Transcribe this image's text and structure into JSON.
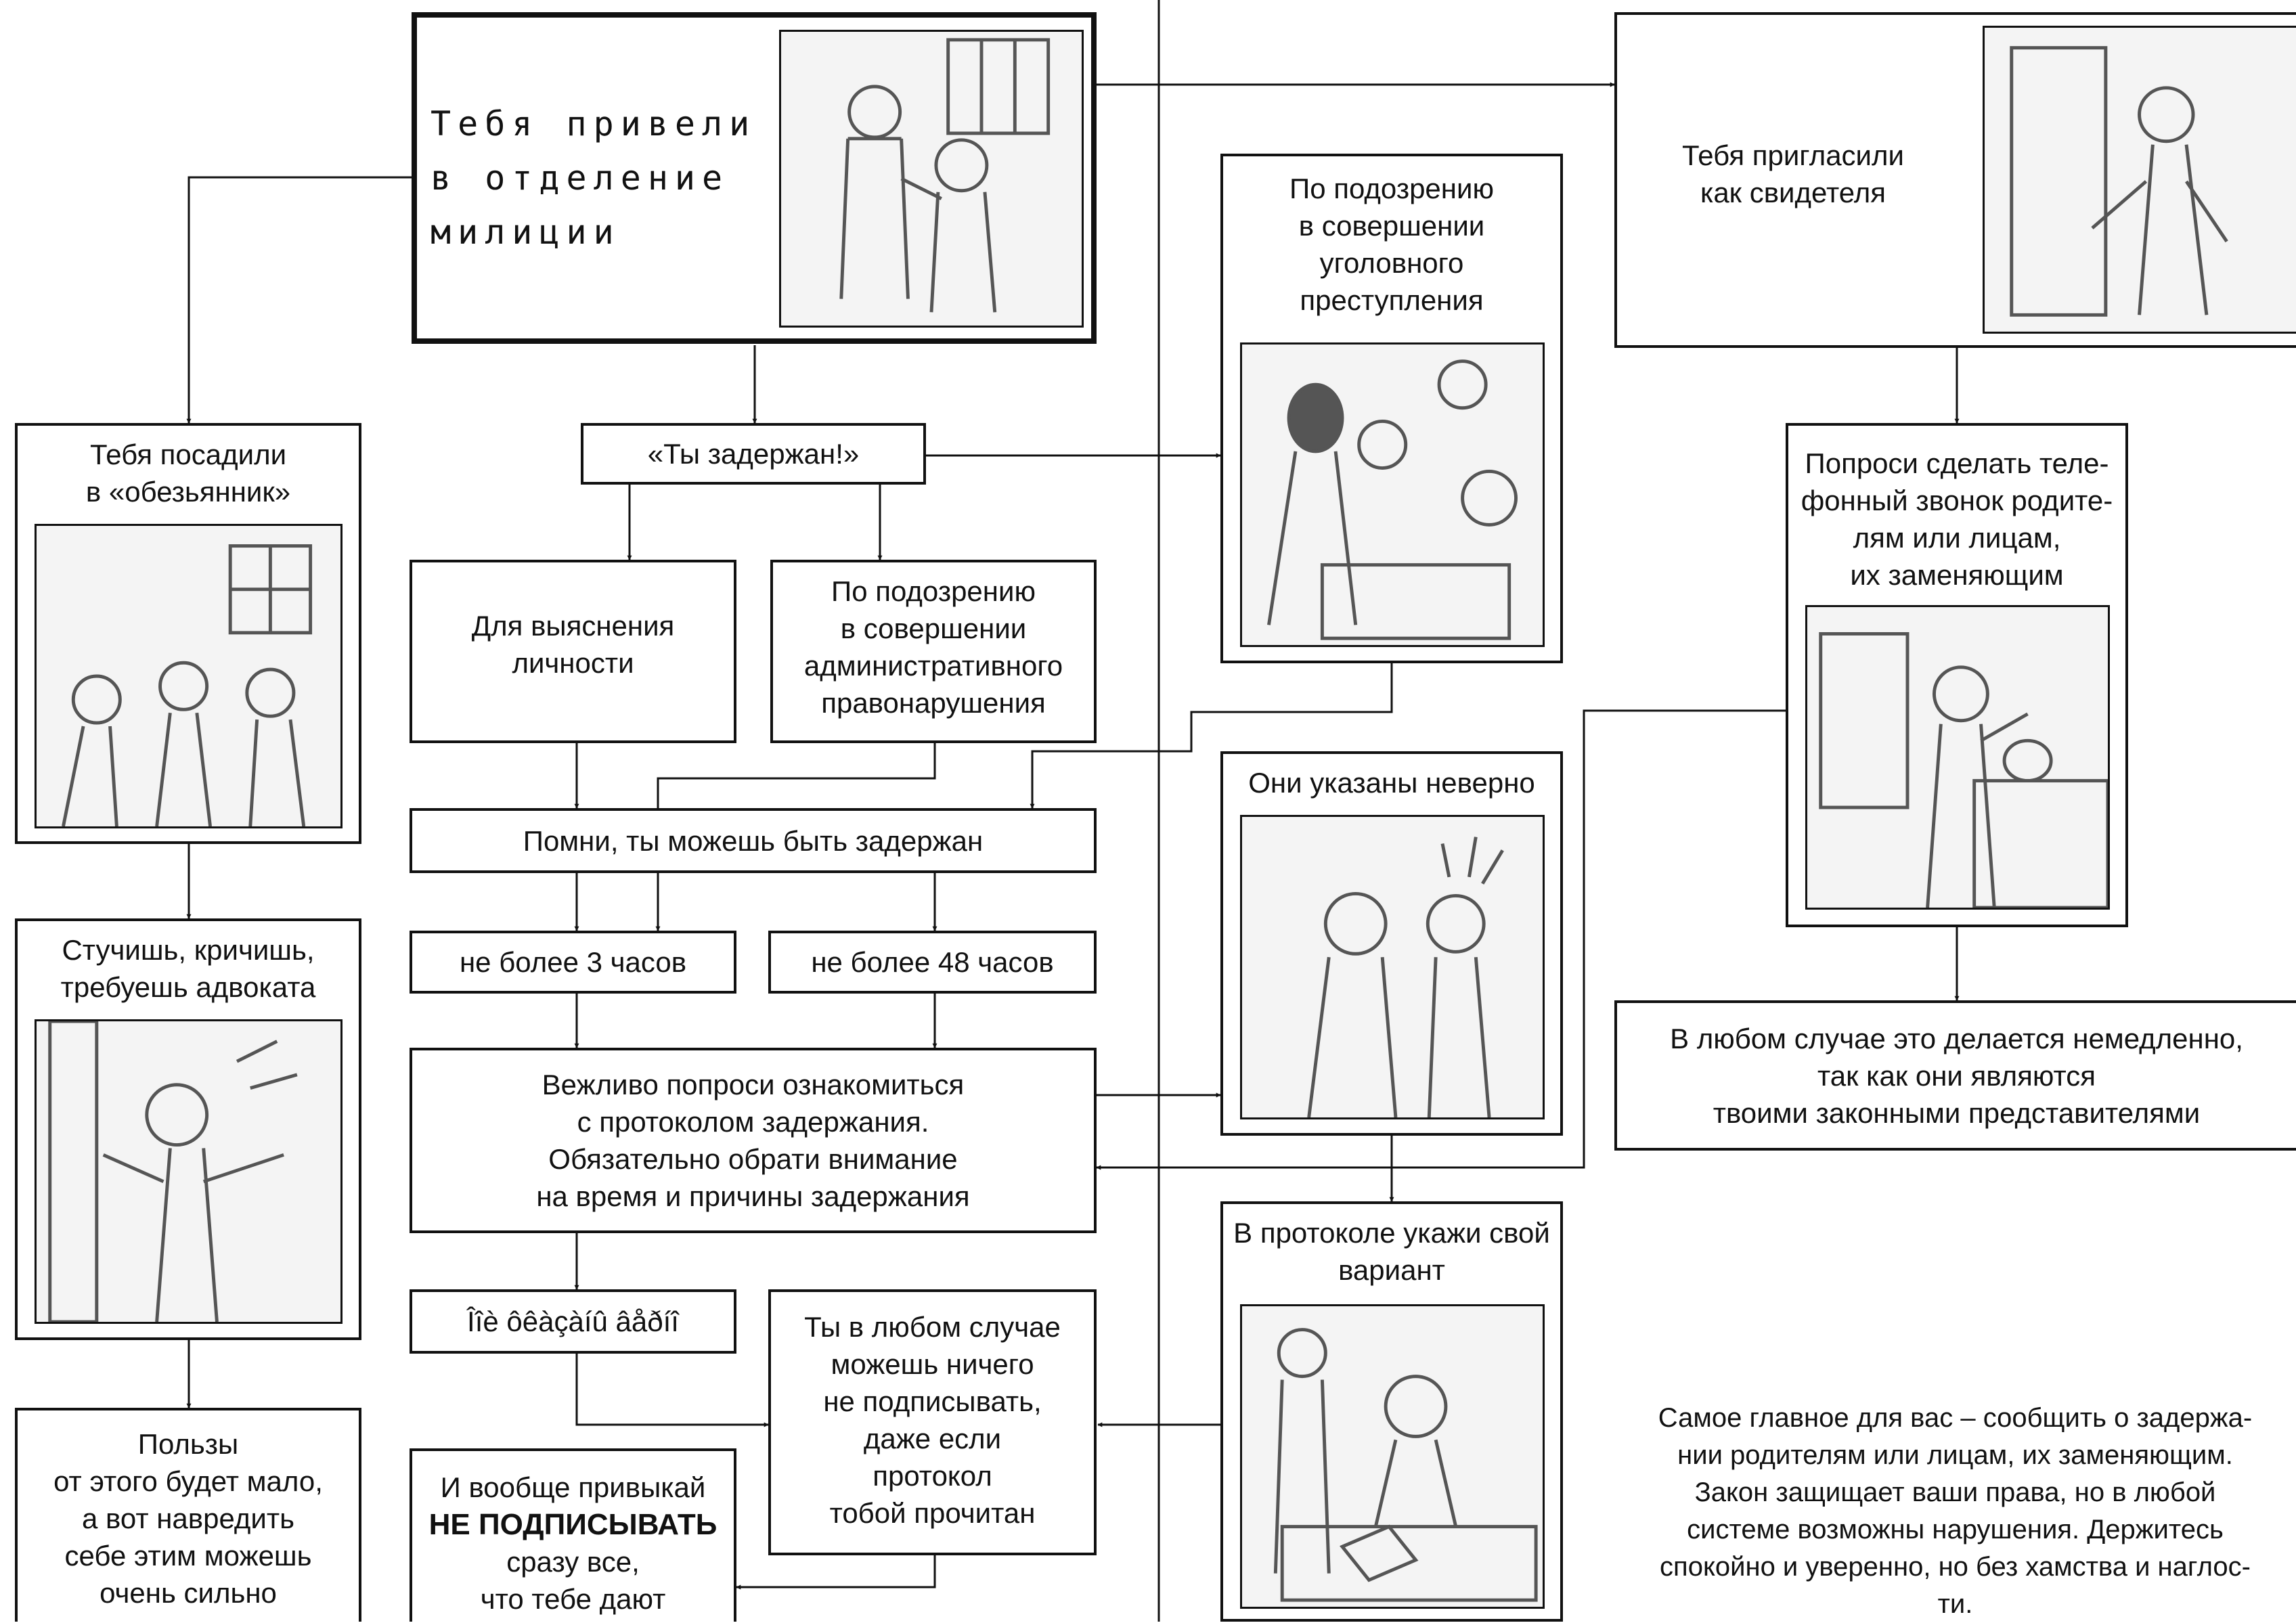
{
  "flow": {
    "start": "Тебя привели\nв отделение\nмилиции",
    "witness": "Тебя пригласили\nкак свидетеля",
    "cell": "Тебя посадили\nв «обезьянник»",
    "knock": "Стучишь, кричишь,\nтребуешь адвоката",
    "useless": "Пользы\nот этого будет мало,\nа вот навредить\nсебе этим можешь\nочень сильно",
    "detained": "«Ты задержан!»",
    "identity": "Для выяснения\nличности",
    "admin": "По подозрению\nв совершении\nадминистративного\nправонарушения",
    "criminal": "По подозрению\nв совершении\nуголовного\nпреступления",
    "remember": "Помни, ты можешь быть задержан",
    "h3": "не более 3 часов",
    "h48": "не более 48 часов",
    "protocol": "Вежливо попроси ознакомиться\nс протоколом задержания.\nОбязательно обрати внимание\nна время и причины задержания",
    "garbled": "Îîè ôêàçàíû âåðíî",
    "nosign": "Ты в любом случае\nможешь ничего\nне подписывать,\nдаже если\nпротокол\nтобой прочитан",
    "habit_pre": "И вообще привыкай",
    "habit_bold": "НЕ ПОДПИСЫВАТЬ",
    "habit_post": "сразу все,\nчто тебе дают",
    "wrong": "Они указаны неверно",
    "variant": "В протоколе укажи свой\nвариант",
    "phone": "Попроси сделать теле-\nфонный звонок родите-\nлям или лицам,\nих заменяющим",
    "anyway": "В любом случае это делается немедленно,\nтак как они являются\nтвоими законными представителями",
    "note": "Самое главное для вас – сообщить о задержа-\nнии родителям или лицам, их заменяющим.\nЗакон защищает ваши права, но в любой\nсистеме возможны нарушения. Держитесь\nспокойно и уверенно, но без хамства и наглос-\nти."
  },
  "colors": {
    "ink": "#111111",
    "paper": "#ffffff",
    "pic_bg": "#f4f4f4",
    "pic_ink": "#555555"
  }
}
